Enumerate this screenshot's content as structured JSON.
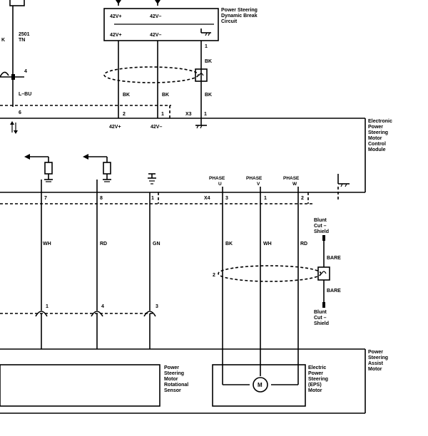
{
  "components": {
    "dynamic_brake": {
      "name_lines": [
        "Power Steering",
        "Dynamic Break",
        "Circuit"
      ],
      "terminal_a": "42V+",
      "terminal_b": "42V–",
      "terminal_a_top": "42V+",
      "terminal_b_top": "42V–"
    },
    "control_module": {
      "name_lines": [
        "Electronic",
        "Power",
        "Steering",
        "Motor",
        "Control",
        "Module"
      ],
      "upper_pins": {
        "p6": "6",
        "p2": "2",
        "p1": "1",
        "conn": "X3",
        "p1b": "1"
      },
      "upper_terms": [
        "42V+",
        "42V–"
      ],
      "lower_pins": {
        "p7": "7",
        "p8": "8",
        "p1": "1",
        "conn": "X4",
        "p3": "3",
        "p1b": "1",
        "p2": "2"
      },
      "phase_labels": [
        {
          "top": "PHASE",
          "bottom": "U"
        },
        {
          "top": "PHASE",
          "bottom": "V"
        },
        {
          "top": "PHASE",
          "bottom": "W"
        }
      ]
    },
    "assist_motor": {
      "name_lines": [
        "Power",
        "Steering",
        "Assist",
        "Motor"
      ],
      "sensor_lines": [
        "Power",
        "Steering",
        "Motor",
        "Rotational",
        "Sensor"
      ],
      "motor_lines": [
        "Electric",
        "Power",
        "Steering",
        "(EPS)",
        "Motor"
      ],
      "motor_symbol": "M"
    }
  },
  "wires": {
    "circuit_num": "2501",
    "tn": "TN",
    "bk_left": "K",
    "lbu": "L–BU",
    "bk1": "BK",
    "bk2": "BK",
    "bk3": "BK",
    "bk_shield": "BK",
    "wh1": "WH",
    "rd1": "RD",
    "gn": "GN",
    "bk_phase": "BK",
    "wh_phase": "WH",
    "rd_phase": "RD",
    "pin1": "1",
    "pin4": "4",
    "pin6": "6"
  },
  "shield": {
    "top_lines": [
      "Blunt",
      "Cut –",
      "Shield"
    ],
    "bottom_lines": [
      "Blunt",
      "Cut –",
      "Shield"
    ],
    "bare1": "BARE",
    "bare2": "BARE",
    "left_mark": "2",
    "conn_pins": {
      "a": "1",
      "b": "4",
      "c": "3"
    }
  }
}
